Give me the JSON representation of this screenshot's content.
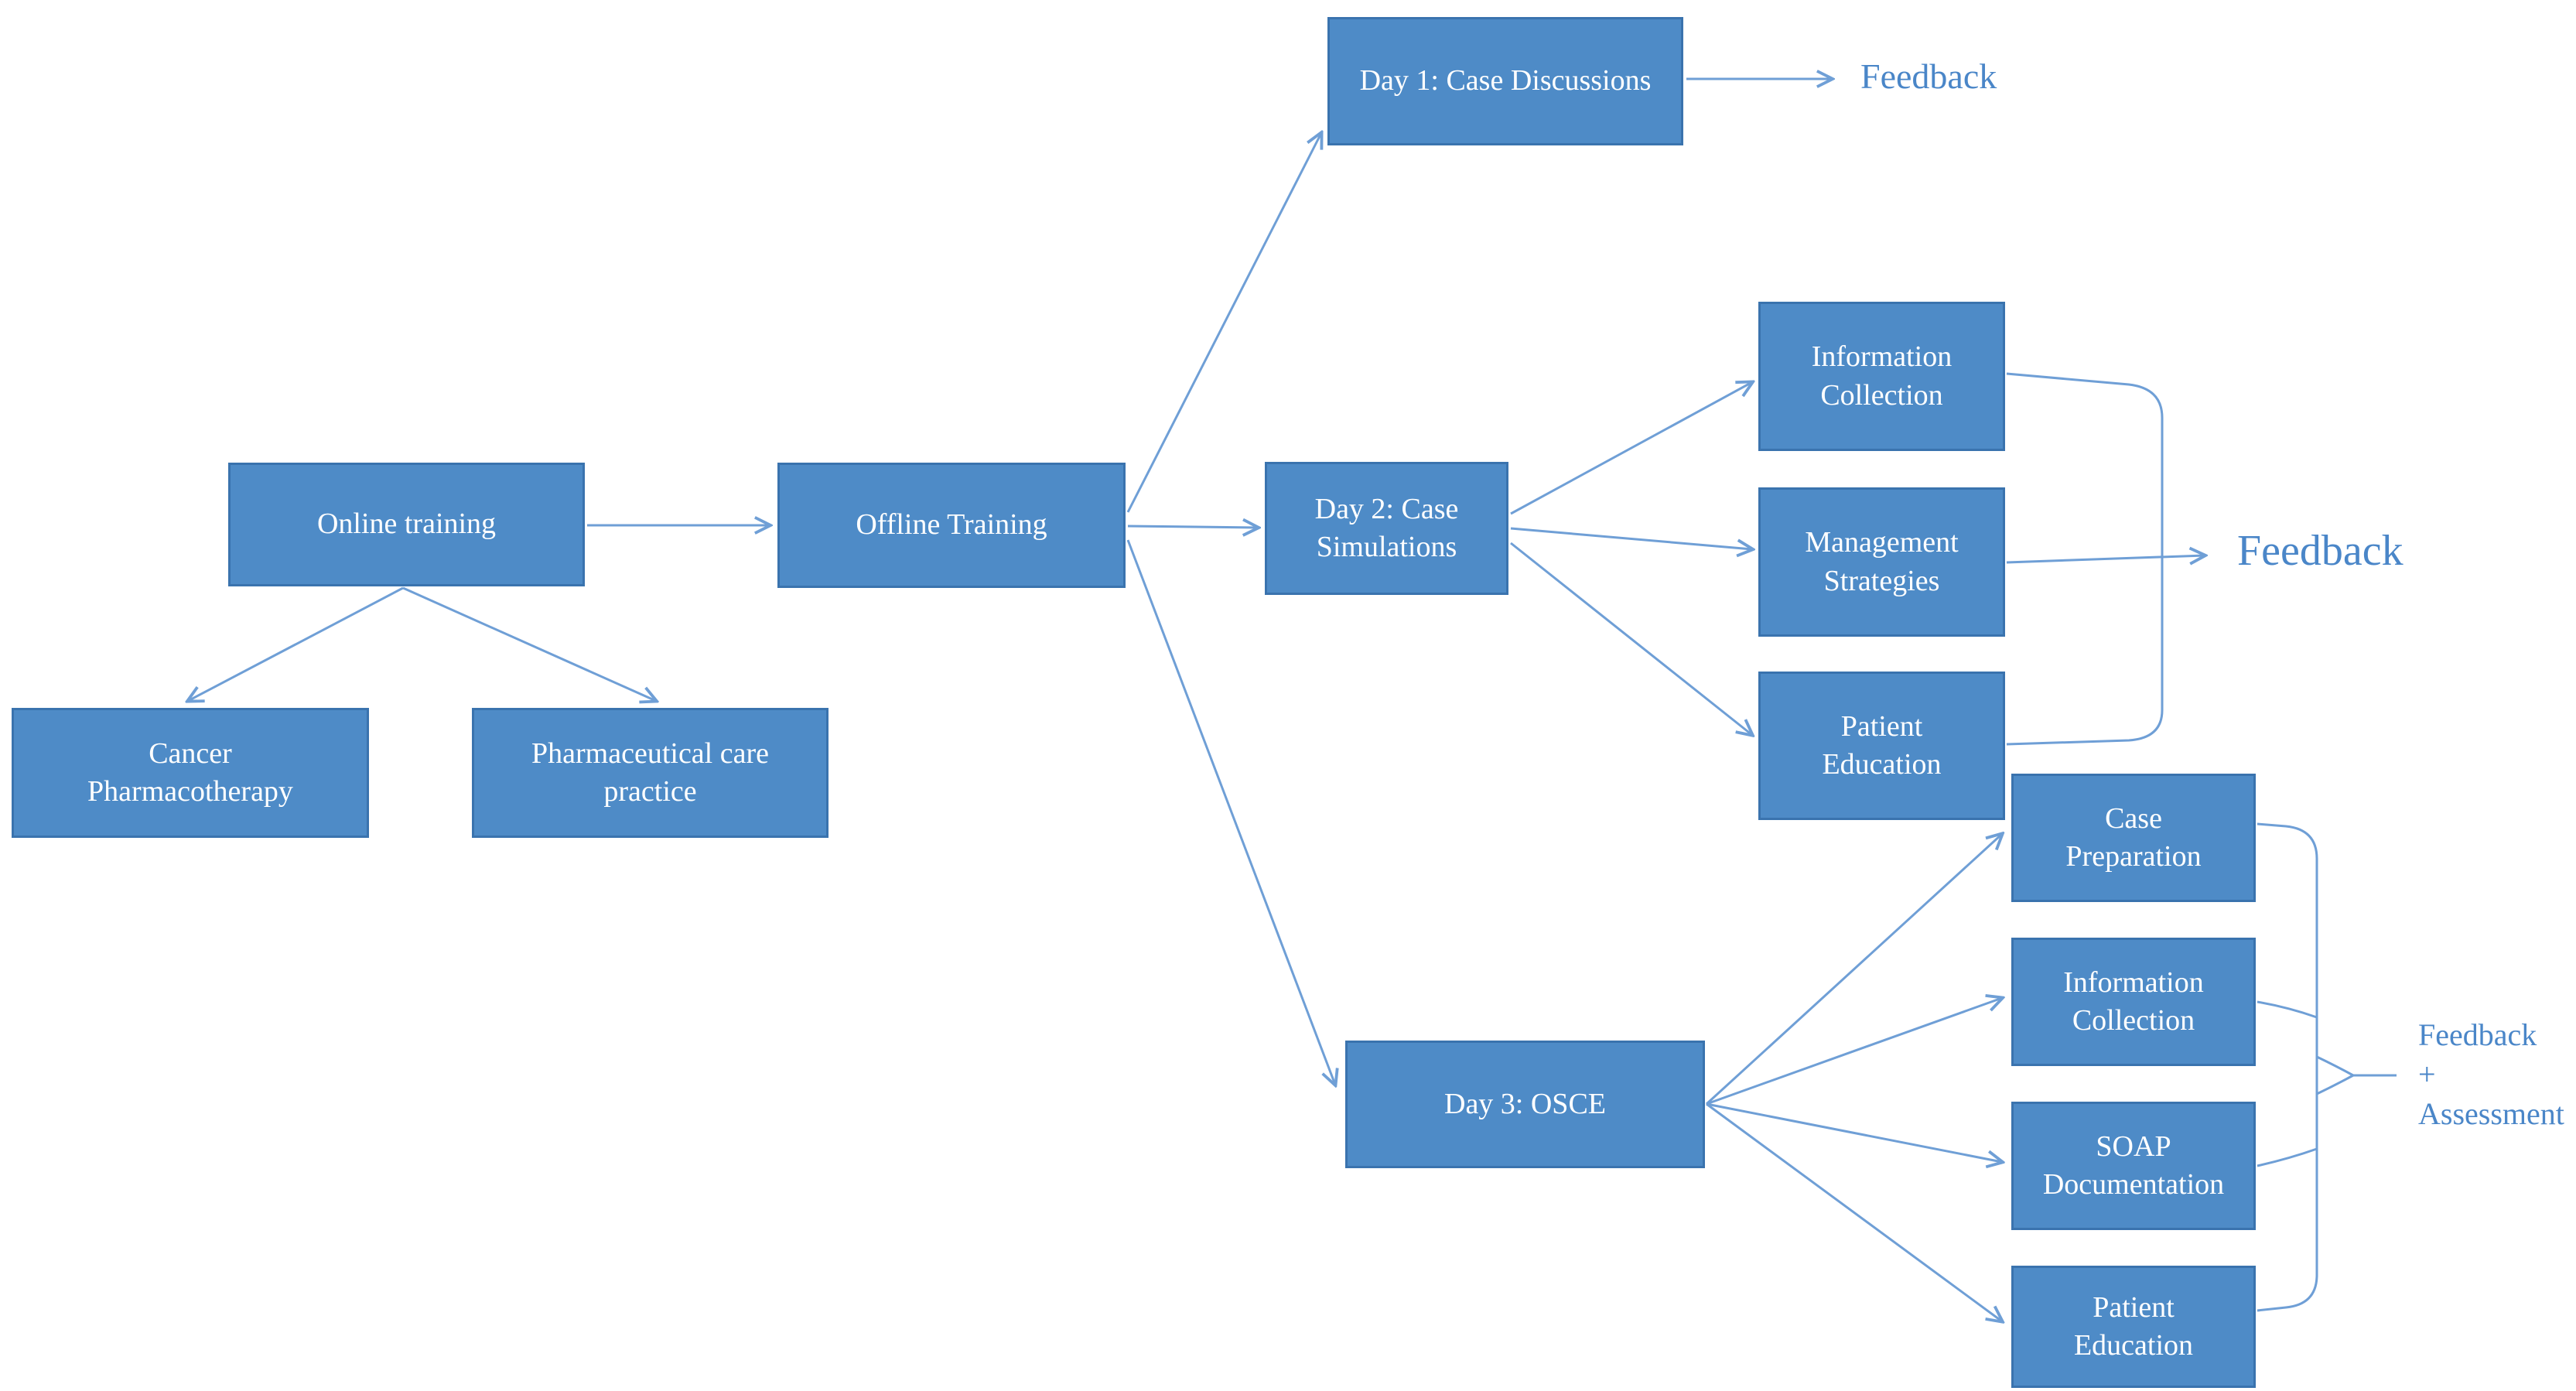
{
  "diagram": {
    "title": "Training program flowchart",
    "colors": {
      "box_fill": "#4e8bc7",
      "box_border": "#3a73ae",
      "box_text": "#ffffff",
      "connector": "#6f9fd6",
      "label_text": "#4a86c8",
      "background": "#ffffff"
    },
    "nodes": {
      "online_training": {
        "label": "Online training"
      },
      "cancer_pharmacotherapy": {
        "label": "Cancer\nPharmacotherapy"
      },
      "pharmaceutical_care_practice": {
        "label": "Pharmaceutical care\npractice"
      },
      "offline_training": {
        "label": "Offline Training"
      },
      "day1_case_discussions": {
        "label": "Day 1: Case Discussions"
      },
      "day2_case_simulations": {
        "label": "Day 2: Case\nSimulations"
      },
      "day2_information_collection": {
        "label": "Information\nCollection"
      },
      "day2_management_strategies": {
        "label": "Management\nStrategies"
      },
      "day2_patient_education": {
        "label": "Patient\nEducation"
      },
      "day3_osce": {
        "label": "Day 3: OSCE"
      },
      "day3_case_preparation": {
        "label": "Case\nPreparation"
      },
      "day3_information_collection": {
        "label": "Information\nCollection"
      },
      "day3_soap_documentation": {
        "label": "SOAP\nDocumentation"
      },
      "day3_patient_education": {
        "label": "Patient\nEducation"
      }
    },
    "labels": {
      "feedback_day1": "Feedback",
      "feedback_day2": "Feedback",
      "feedback_assessment_day3": "Feedback\n+\nAssessment"
    },
    "edges": [
      {
        "from": "online_training",
        "to": "cancer_pharmacotherapy"
      },
      {
        "from": "online_training",
        "to": "pharmaceutical_care_practice"
      },
      {
        "from": "online_training",
        "to": "offline_training"
      },
      {
        "from": "offline_training",
        "to": "day1_case_discussions"
      },
      {
        "from": "offline_training",
        "to": "day2_case_simulations"
      },
      {
        "from": "offline_training",
        "to": "day3_osce"
      },
      {
        "from": "day1_case_discussions",
        "to": "feedback_day1"
      },
      {
        "from": "day2_case_simulations",
        "to": "day2_information_collection"
      },
      {
        "from": "day2_case_simulations",
        "to": "day2_management_strategies"
      },
      {
        "from": "day2_case_simulations",
        "to": "day2_patient_education"
      },
      {
        "from": "day2_information_collection",
        "to": "feedback_day2"
      },
      {
        "from": "day2_management_strategies",
        "to": "feedback_day2"
      },
      {
        "from": "day2_patient_education",
        "to": "feedback_day2"
      },
      {
        "from": "day3_osce",
        "to": "day3_case_preparation"
      },
      {
        "from": "day3_osce",
        "to": "day3_information_collection"
      },
      {
        "from": "day3_osce",
        "to": "day3_soap_documentation"
      },
      {
        "from": "day3_osce",
        "to": "day3_patient_education"
      },
      {
        "from": "day3_case_preparation",
        "to": "feedback_assessment_day3"
      },
      {
        "from": "day3_information_collection",
        "to": "feedback_assessment_day3"
      },
      {
        "from": "day3_soap_documentation",
        "to": "feedback_assessment_day3"
      },
      {
        "from": "day3_patient_education",
        "to": "feedback_assessment_day3"
      }
    ]
  }
}
